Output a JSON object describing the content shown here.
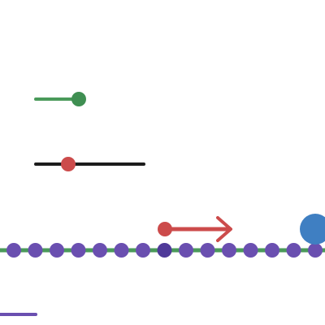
{
  "colors": {
    "background": "#ffffff",
    "green": "#4a9a5a",
    "green_dark": "#3f8f52",
    "red": "#cc4b4b",
    "black": "#1c1c1c",
    "purple": "#6a4fb0",
    "purple_dark": "#4f3a99",
    "blue": "#3f7fc2"
  },
  "game": {
    "slider_green": {
      "value": 1.0
    },
    "slider_black": {
      "value": 0.3
    },
    "move_arrow": {
      "direction": "right"
    },
    "track": {
      "dot_count": 15,
      "highlighted_index": 7
    },
    "blue_ball": {},
    "purple_segment": {}
  }
}
